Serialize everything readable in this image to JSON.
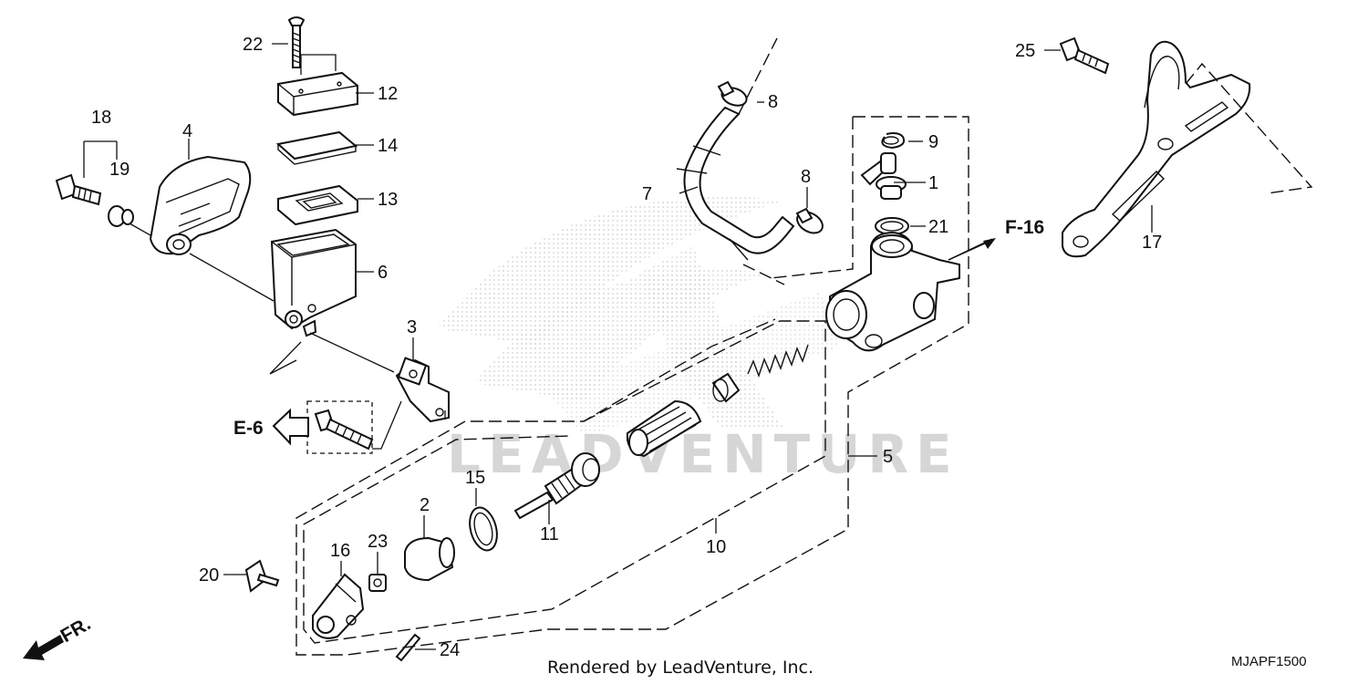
{
  "callouts": {
    "c1": "1",
    "c2": "2",
    "c3": "3",
    "c4": "4",
    "c5": "5",
    "c6": "6",
    "c7": "7",
    "c8a": "8",
    "c8b": "8",
    "c9": "9",
    "c10": "10",
    "c11": "11",
    "c12": "12",
    "c13": "13",
    "c14": "14",
    "c15": "15",
    "c16": "16",
    "c17": "17",
    "c18": "18",
    "c19": "19",
    "c20": "20",
    "c21": "21",
    "c22": "22",
    "c23": "23",
    "c24": "24",
    "c25": "25"
  },
  "references": {
    "f16": "F-16",
    "e6": "E-6",
    "front": "FR."
  },
  "watermark": "LEADVENTURE",
  "footer": {
    "credit": "Rendered by LeadVenture, Inc.",
    "diagram_code": "MJAPF1500"
  },
  "colors": {
    "ink": "#111111",
    "watermark": "#d6d6d6",
    "background": "#ffffff"
  }
}
